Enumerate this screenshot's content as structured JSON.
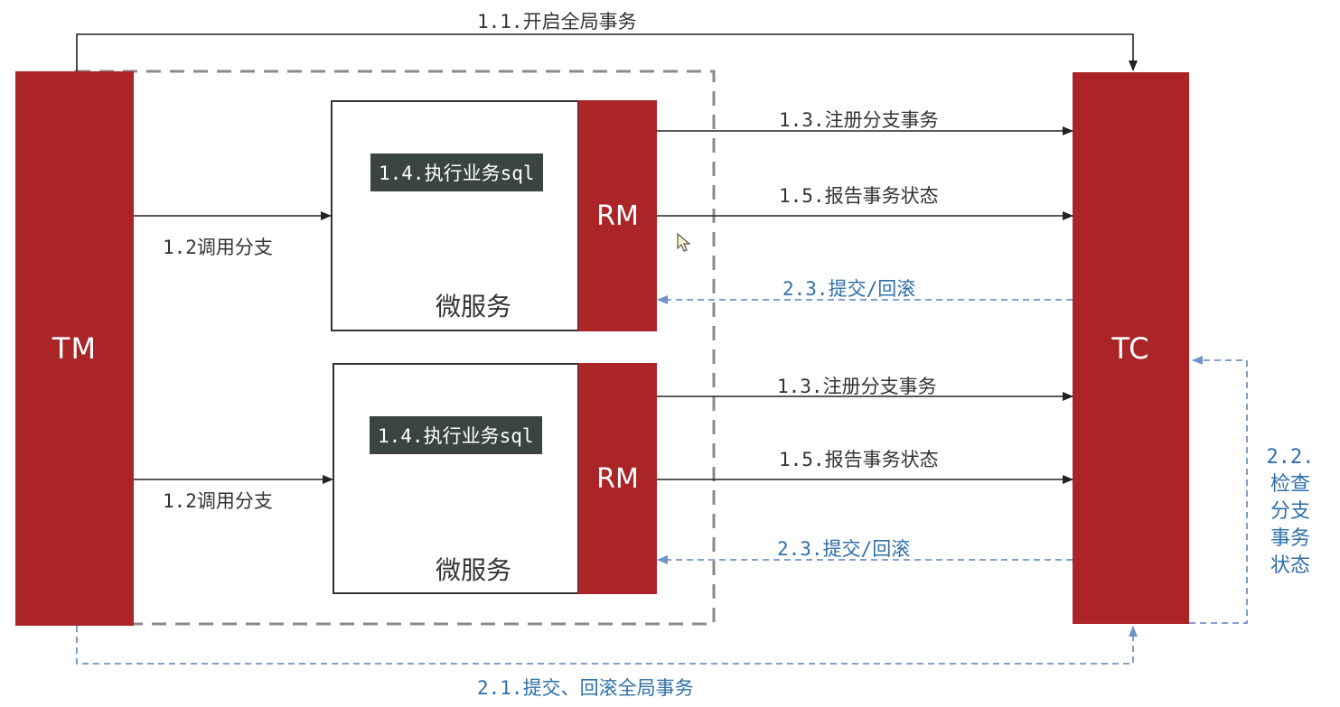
{
  "colors": {
    "block": "#ab2528",
    "blue_flow": "#6f93c6",
    "black_flow": "#222222",
    "dashed_group": "#8a8a8a"
  },
  "tm": {
    "label": "TM"
  },
  "tc": {
    "label": "TC"
  },
  "services": [
    {
      "name": "微服务",
      "rm": "RM",
      "sql": "1.4.执行业务sql",
      "call": "1.2调用分支",
      "register": "1.3.注册分支事务",
      "report": "1.5.报告事务状态",
      "commit": "2.3.提交/回滚"
    },
    {
      "name": "微服务",
      "rm": "RM",
      "sql": "1.4.执行业务sql",
      "call": "1.2调用分支",
      "register": "1.3.注册分支事务",
      "report": "1.5.报告事务状态",
      "commit": "2.3.提交/回滚"
    }
  ],
  "flows": {
    "begin_global": "1.1.开启全局事务",
    "commit_global": "2.1.提交、回滚全局事务",
    "check_branch": [
      "2.2.",
      "检查",
      "分支",
      "事务",
      "状态"
    ]
  },
  "icons": {
    "cursor": "mouse-pointer-icon"
  }
}
